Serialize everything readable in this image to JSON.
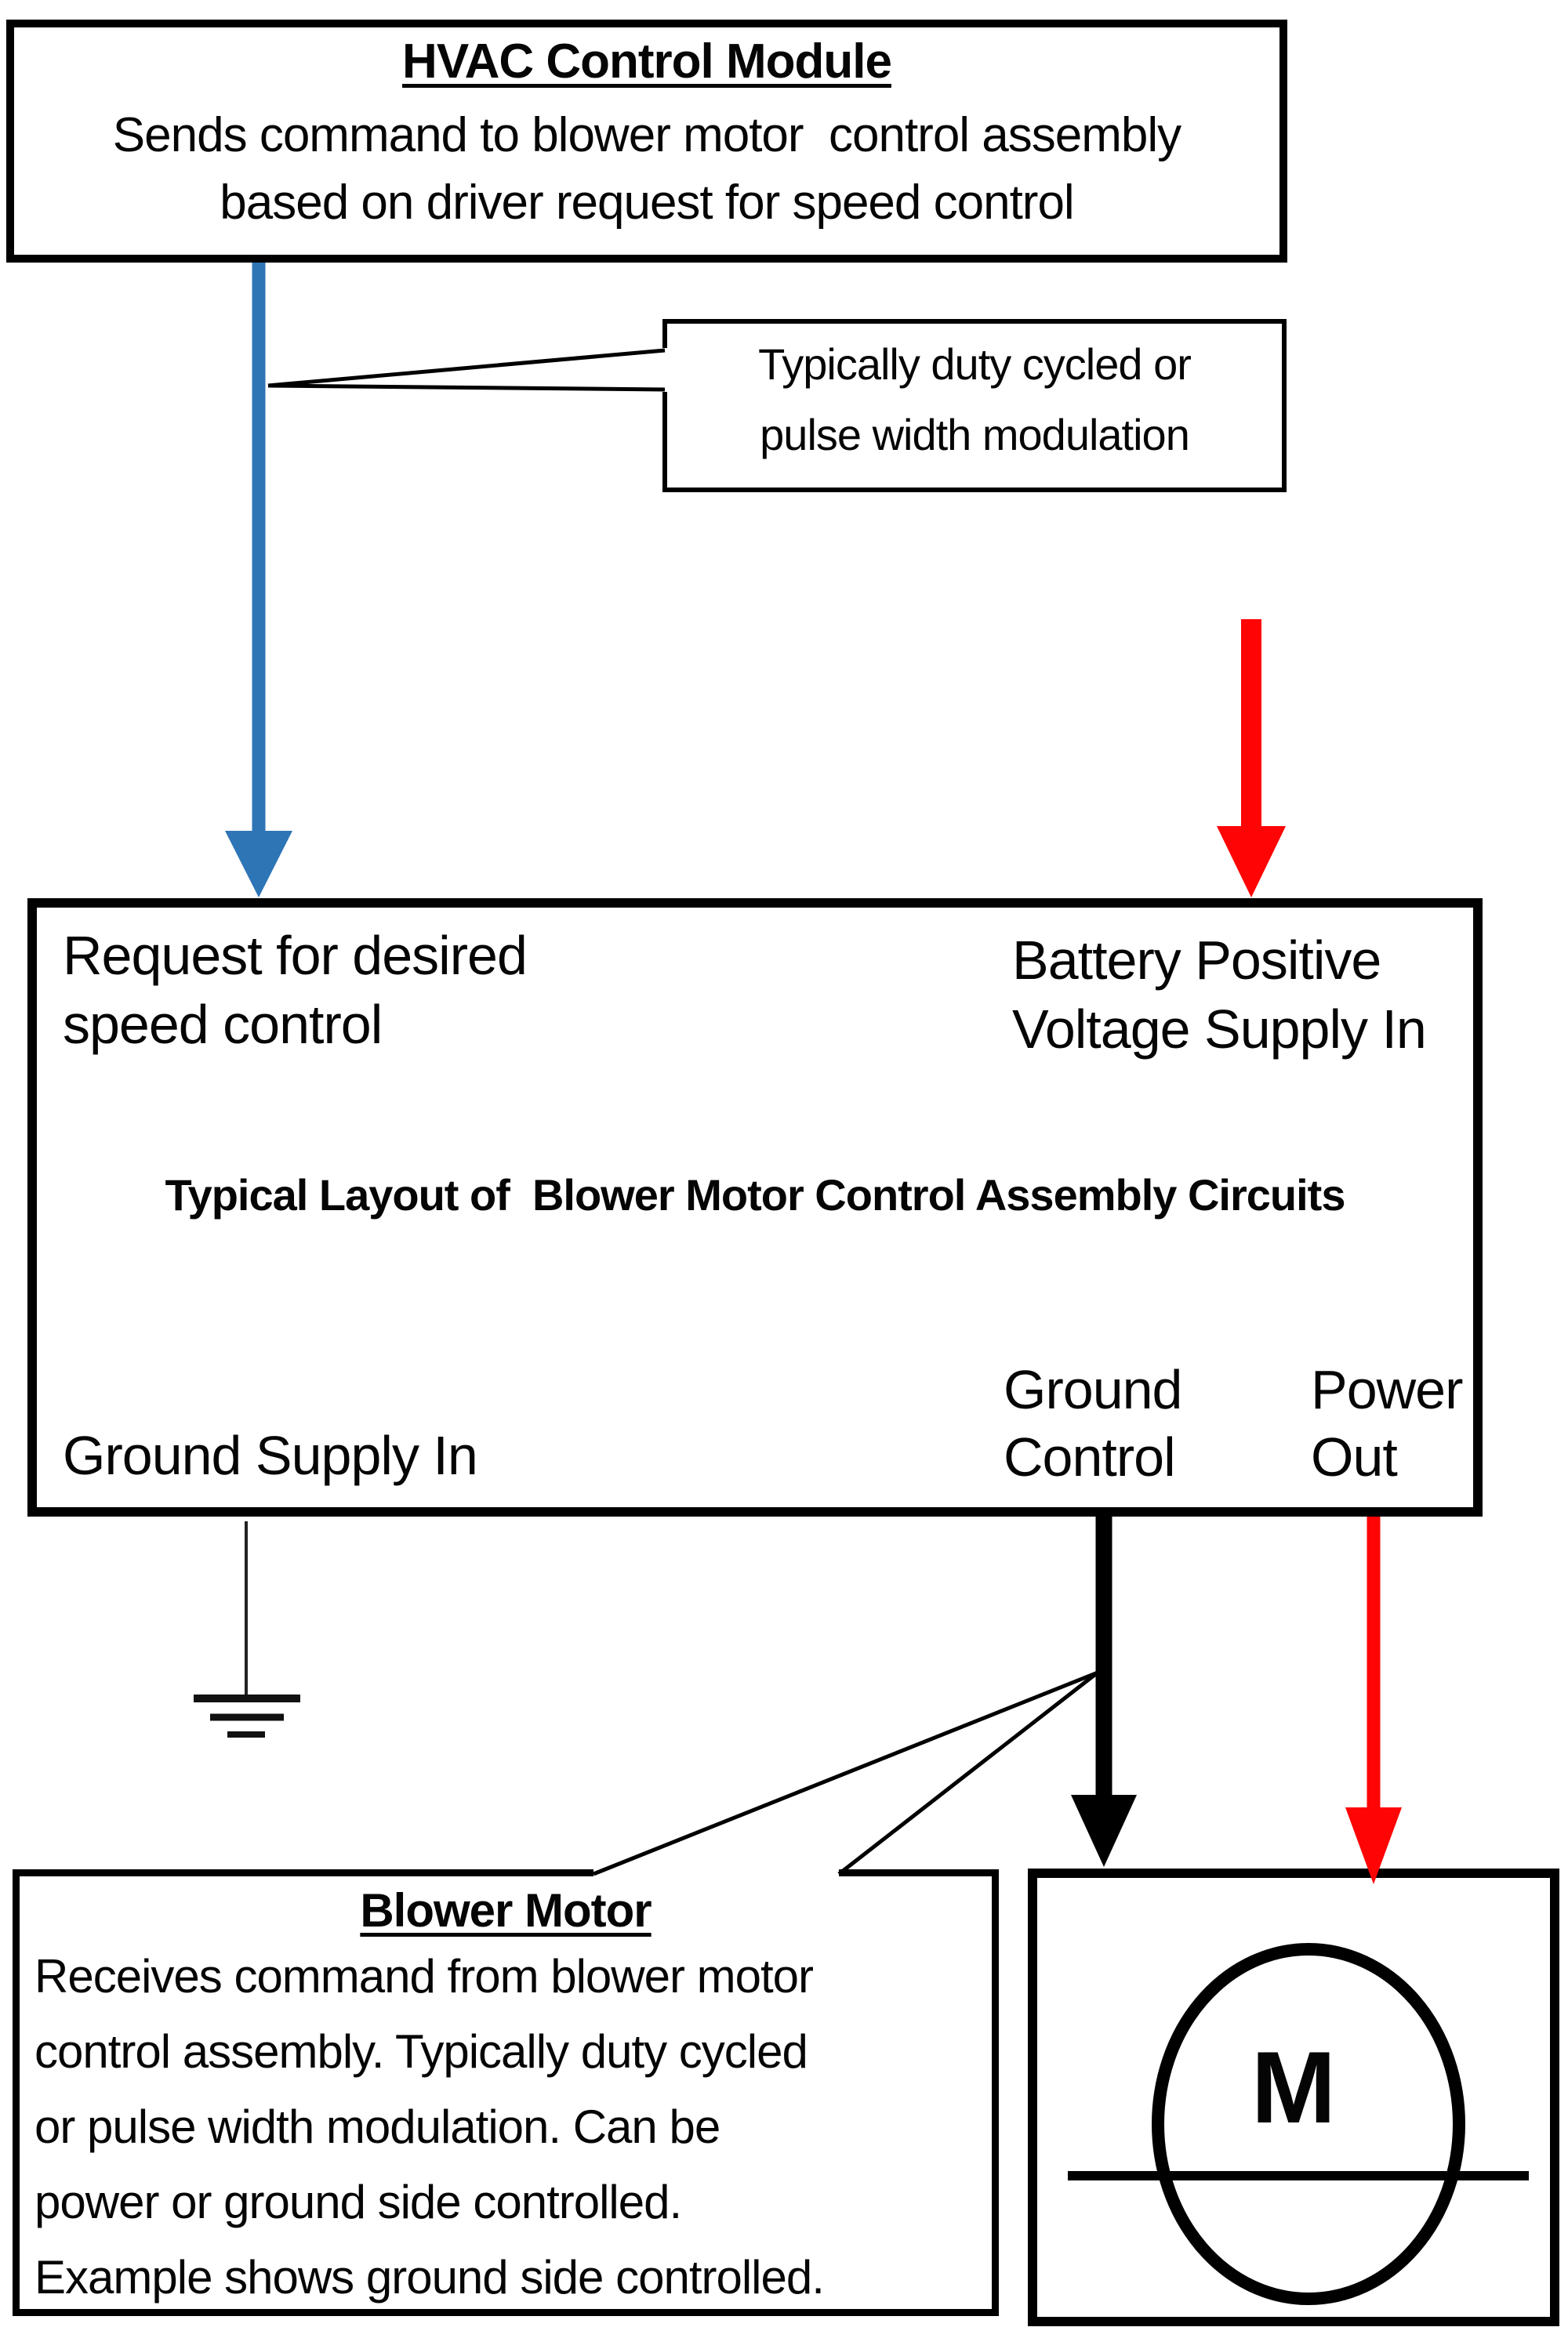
{
  "diagram": {
    "hvac_box": {
      "title": "HVAC Control Module",
      "line1": "Sends command to blower motor  control assembly",
      "line2": "based on driver request for speed control"
    },
    "pwm_callout": {
      "line1": "Typically duty cycled or",
      "line2": "pulse width modulation"
    },
    "control_assembly_box": {
      "title": "Typical Layout of  Blower Motor Control Assembly Circuits",
      "request_line1": "Request for desired",
      "request_line2": "speed control",
      "battery_line1": "Battery Positive",
      "battery_line2": "Voltage Supply In",
      "ground_supply_in": "Ground Supply In",
      "ground_control_line1": "Ground",
      "ground_control_line2": "Control",
      "power_out_line1": "Power",
      "power_out_line2": "Out"
    },
    "blower_motor_box": {
      "title": "Blower Motor",
      "body_lines": [
        "Receives command from blower motor",
        "control assembly. Typically duty cycled",
        "or pulse width modulation. Can be",
        "power or ground side controlled.",
        "Example shows ground side controlled."
      ]
    },
    "motor_symbol": {
      "label": "M"
    },
    "colors": {
      "signal_blue": "#2E75B6",
      "power_red": "#FE0404",
      "line_black": "#000000"
    }
  }
}
